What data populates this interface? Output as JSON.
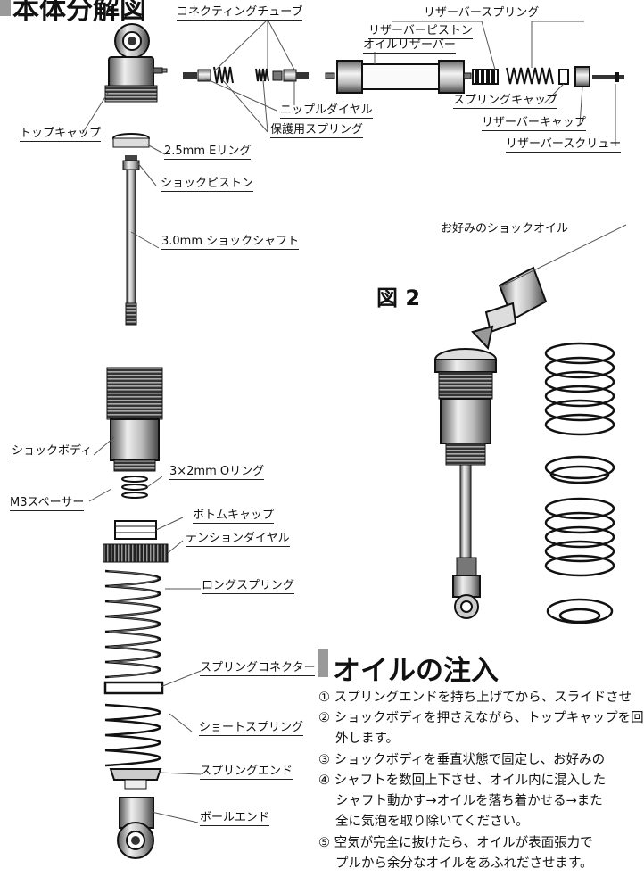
{
  "page": {
    "title": "本体分解図",
    "figure_label": "図 2",
    "section_title": "オイルの注入"
  },
  "labels": {
    "connecting_tube": "コネクティングチューブ",
    "reservoir_spring": "リザーバースプリング",
    "reservoir_piston": "リザーバーピストン",
    "oil_reservoir": "オイルリザーバー",
    "nipple_dial": "ニップルダイヤル",
    "spring_cap": "スプリングキャップ",
    "reservoir_cap": "リザーバーキャップ",
    "protective_spring": "保護用スプリング",
    "reservoir_screw": "リザーバースクリュー",
    "top_cap": "トップキャップ",
    "e_ring": "2.5mm Eリング",
    "shock_piston": "ショックピストン",
    "shock_shaft": "3.0mm ショックシャフト",
    "shock_oil": "お好みのショックオイル",
    "shock_body": "ショックボディ",
    "o_ring": "3×2mm Oリング",
    "m3_spacer": "M3スペーサー",
    "bottom_cap": "ボトムキャップ",
    "tension_dial": "テンションダイヤル",
    "long_spring": "ロングスプリング",
    "spring_connector": "スプリングコネクター",
    "short_spring": "ショートスプリング",
    "spring_end": "スプリングエンド",
    "ball_end": "ボールエンド"
  },
  "steps": [
    "① スプリングエンドを持ち上げてから、スライドさせ",
    "② ショックボディを押さえながら、トップキャップを回",
    "外します。",
    "③ ショックボディを垂直状態で固定し、お好みの",
    "④ シャフトを数回上下させ、オイル内に混入した",
    "シャフト動かす→オイルを落ち着かせる→また",
    "全に気泡を取り除いてください。",
    "⑤ 空気が完全に抜けたら、オイルが表面張力で",
    "プルから余分なオイルをあふれださせます。"
  ]
}
